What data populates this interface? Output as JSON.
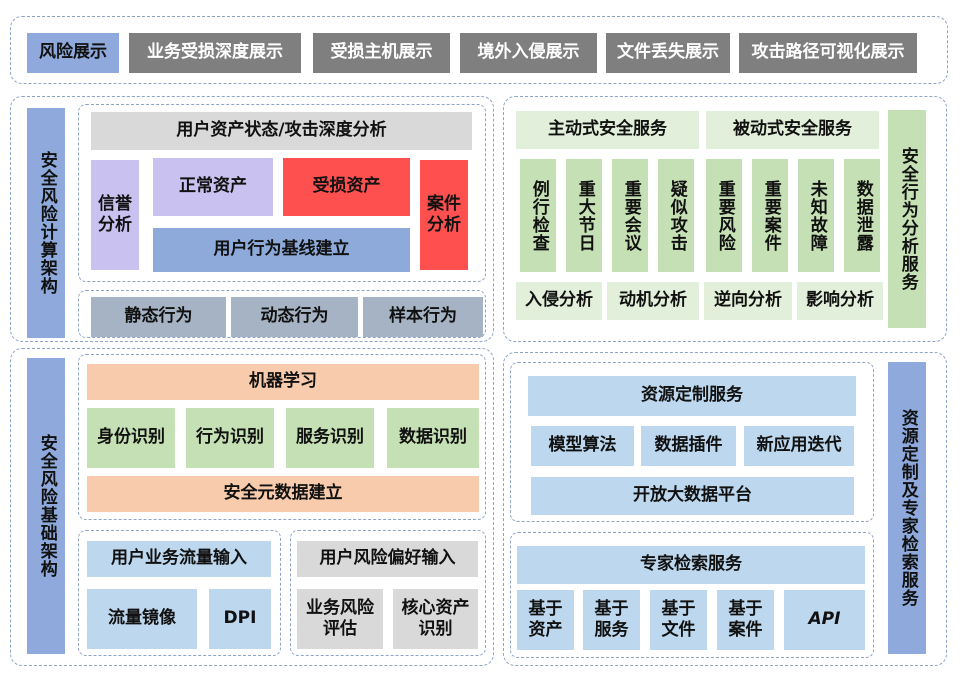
{
  "top_nav": {
    "items": [
      "风险展示",
      "业务受损深度展示",
      "受损主机展示",
      "境外入侵展示",
      "文件丢失展示",
      "攻击路径可视化展示"
    ]
  },
  "calc_arch": {
    "side_label": "安全风险计算架构",
    "analysis_header": "用户资产状态/攻击深度分析",
    "credit_analysis": "信誉\n分析",
    "normal_assets": "正常资产",
    "damaged_assets": "受损资产",
    "case_analysis": "案件\n分析",
    "baseline": "用户行为基线建立",
    "behaviors": [
      "静态行为",
      "动态行为",
      "样本行为"
    ]
  },
  "analysis_service": {
    "side_label": "安全行为分析服务",
    "active": "主动式安全服务",
    "passive": "被动式安全服务",
    "columns": [
      "例行检查",
      "重大节日",
      "重要会议",
      "疑似攻击",
      "重要风险",
      "重要案件",
      "未知故障",
      "数据泄露"
    ],
    "analyses": [
      "入侵分析",
      "动机分析",
      "逆向分析",
      "影响分析"
    ]
  },
  "base_arch": {
    "side_label": "安全风险基础架构",
    "ml": "机器学习",
    "identifications": [
      "身份识别",
      "行为识别",
      "服务识别",
      "数据识别"
    ],
    "metadata": "安全元数据建立",
    "traffic_input": "用户业务流量输入",
    "mirror": "流量镜像",
    "dpi": "DPI",
    "risk_pref_input": "用户风险偏好输入",
    "biz_risk": "业务风险\n评估",
    "core_asset": "核心资产\n识别"
  },
  "custom_service": {
    "side_label": "资源定制及专家检索服务",
    "resource_custom": "资源定制服务",
    "model_algo": "模型算法",
    "data_plugin": "数据插件",
    "new_app": "新应用迭代",
    "big_data": "开放大数据平台",
    "expert_search": "专家检索服务",
    "based_on": [
      "基于\n资产",
      "基于\n服务",
      "基于\n文件",
      "基于\n案件"
    ],
    "api": "API"
  }
}
